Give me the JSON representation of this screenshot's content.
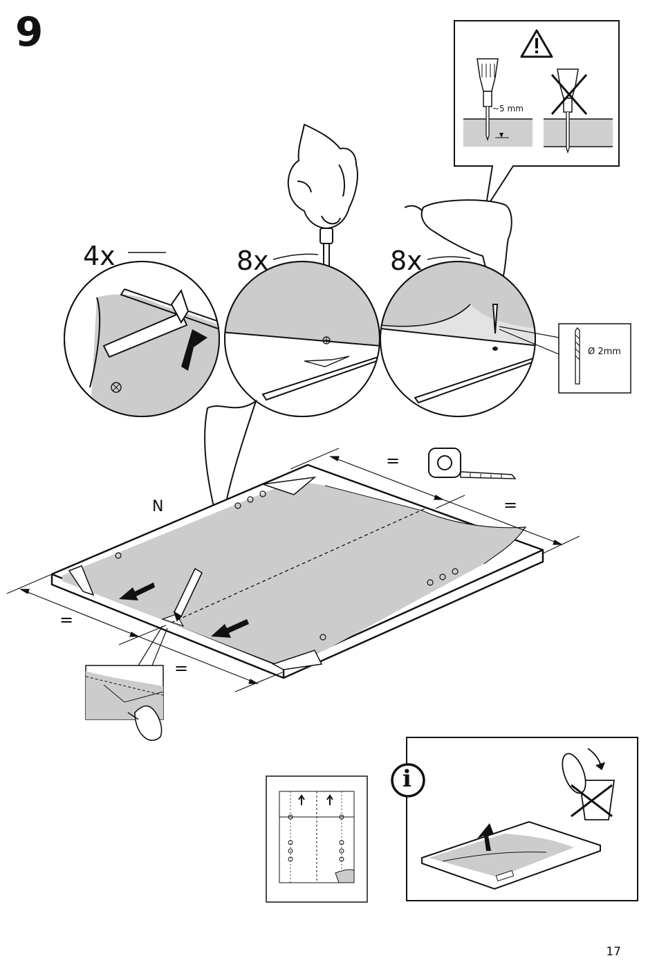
{
  "step": {
    "number": "9"
  },
  "details": [
    {
      "count": "4x"
    },
    {
      "count": "8x"
    },
    {
      "count": "8x"
    }
  ],
  "warning": {
    "depth_label": "~5 mm"
  },
  "drill_bit": {
    "diameter_label": "Ø 2mm"
  },
  "panel": {
    "marker": "N",
    "equal_marks": [
      "=",
      "=",
      "=",
      "="
    ]
  },
  "info": {
    "symbol": "i"
  },
  "page": {
    "number": "17"
  },
  "colors": {
    "line": "#111111",
    "shade": "#cccccc",
    "light": "#e3e3e3",
    "bg": "#ffffff"
  }
}
